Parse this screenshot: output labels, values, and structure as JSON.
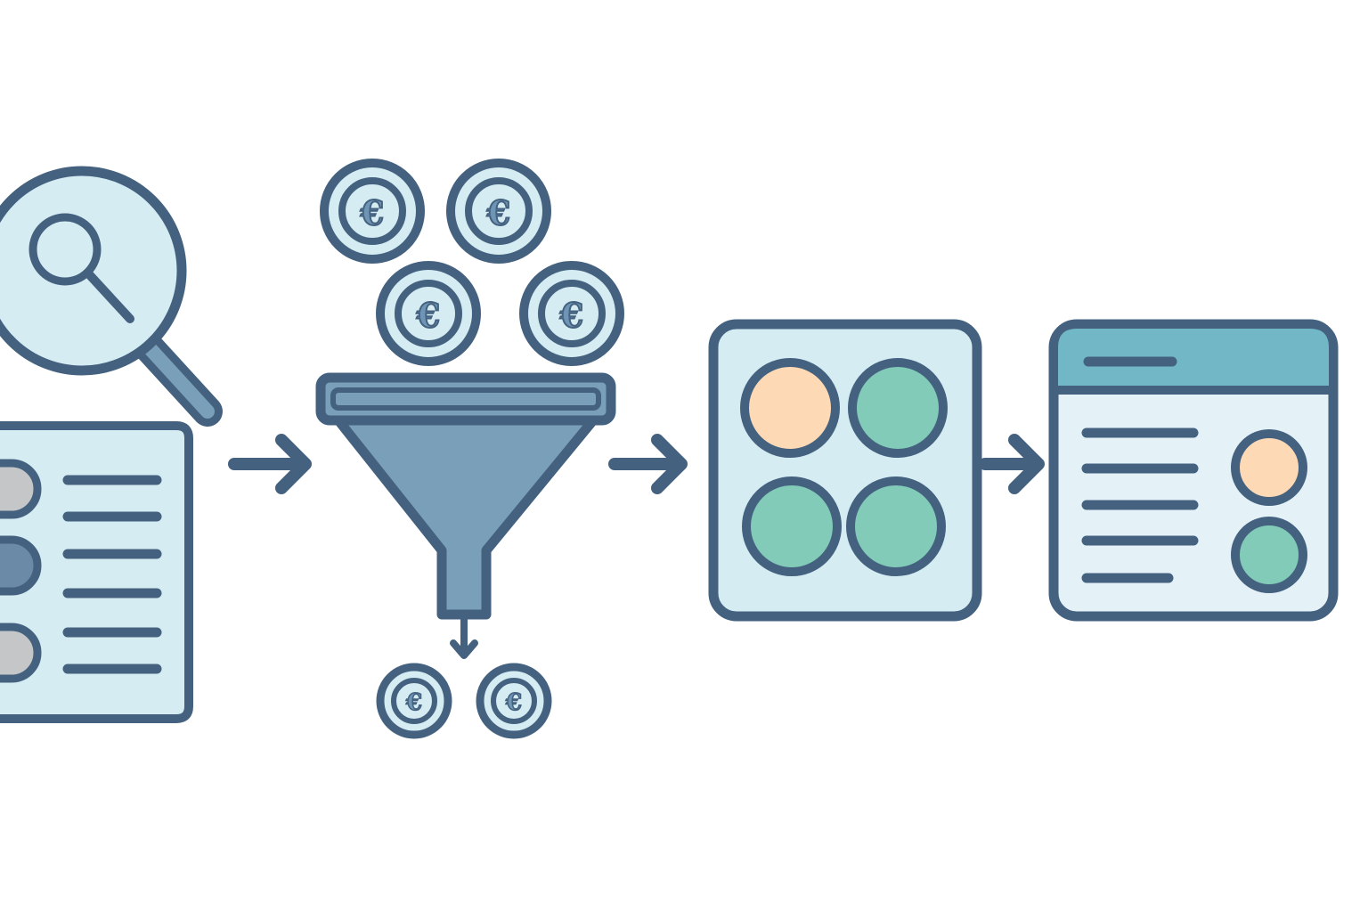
{
  "colors": {
    "background": "#ffffff",
    "stroke": "#44627f",
    "panel_fill": "#d6ecf3",
    "funnel_fill": "#7a9fb8",
    "header_teal": "#71b7c5",
    "dot_orange": "#fdd9b5",
    "dot_green": "#82cbb8",
    "toggle_gray": "#c4c6c8",
    "toggle_blue": "#6b8aa8",
    "coin_fill": "#d6ecf3",
    "coin_glyph": "#6f95b6"
  },
  "stages": [
    {
      "name": "search-document",
      "icon": "magnifier-over-list-icon"
    },
    {
      "name": "filter-funnel",
      "icon": "funnel-icon"
    },
    {
      "name": "sorted-grid",
      "icon": "four-dot-grid-icon"
    },
    {
      "name": "result-window",
      "icon": "app-window-icon"
    }
  ],
  "coins": {
    "glyph": "€",
    "input_count": 4,
    "output_count": 2,
    "icon": "euro-coin-icon"
  },
  "connectors": {
    "icon": "right-arrow-icon",
    "count": 3
  }
}
